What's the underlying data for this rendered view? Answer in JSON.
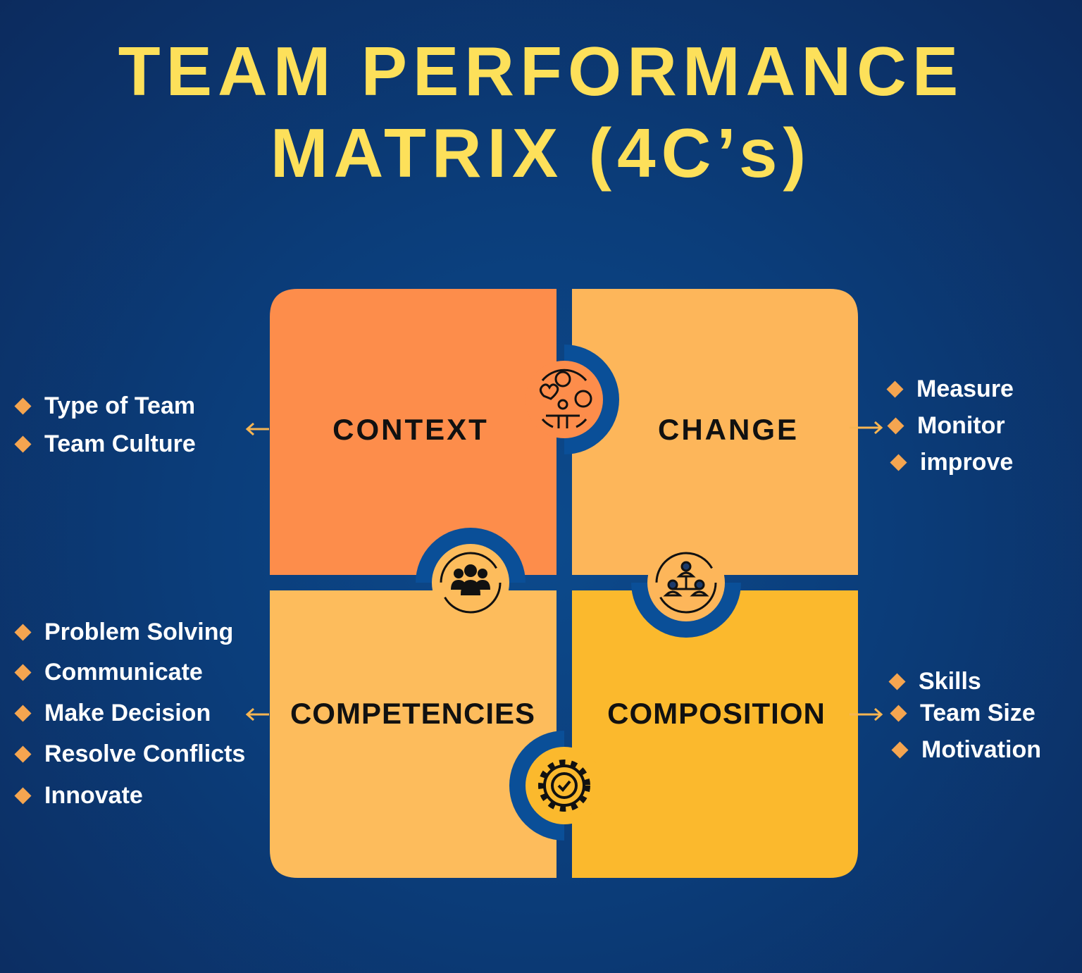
{
  "title": {
    "line1": "TEAM PERFORMANCE",
    "line2": "MATRIX (4C’s)"
  },
  "quadrants": {
    "context": {
      "label": "CONTEXT",
      "color": "#fd8d4b",
      "icon": "head-heart-chat-icon"
    },
    "change": {
      "label": "CHANGE",
      "color": "#fdb65a",
      "icon": "hierarchy-cycle-icon"
    },
    "competencies": {
      "label": "COMPETENCIES",
      "color": "#fdbc5c",
      "icon": "team-cycle-icon"
    },
    "composition": {
      "label": "COMPOSITION",
      "color": "#fbb92d",
      "icon": "gear-check-icon"
    }
  },
  "lists": {
    "context": [
      "Type of Team",
      "Team Culture"
    ],
    "change": [
      "Measure",
      "Monitor",
      "improve"
    ],
    "competencies": [
      "Problem Solving",
      "Communicate",
      "Make Decision",
      "Resolve Conflicts",
      "Innovate"
    ],
    "composition": [
      "Skills",
      "Team Size",
      "Motivation"
    ]
  },
  "colors": {
    "title": "#fde05a",
    "ring": "#0a4f98",
    "bullet": "#f5a550",
    "arrow": "#f7b552"
  }
}
